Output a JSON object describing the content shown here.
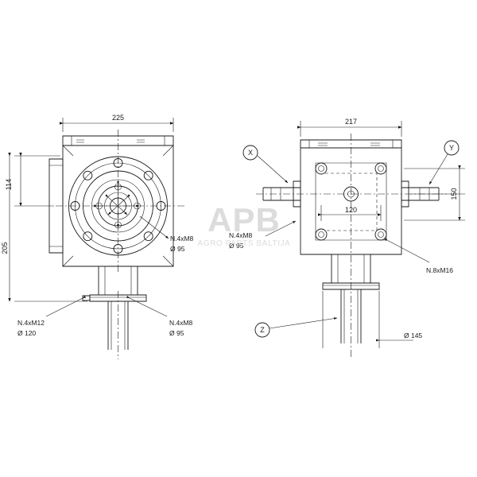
{
  "page": {
    "background": "#ffffff",
    "line_color": "#1a1a1a",
    "watermark": {
      "main": "APB",
      "sub": "AGRO PARTS BALTIJA",
      "color": "#dcdcdc"
    }
  },
  "left_view": {
    "name": "front-view",
    "dimensions": {
      "top_width": "225",
      "left_upper_height": "114",
      "left_total_height": "205"
    },
    "callouts": [
      {
        "id": "left-flange-bolts",
        "line1": "N.4xM8",
        "line2": "Ø 95"
      },
      {
        "id": "left-bottom-flange",
        "line1": "N.4xM12",
        "line2": "Ø 120"
      },
      {
        "id": "left-bottom-shaft",
        "line1": "N.4xM8",
        "line2": "Ø 95"
      }
    ]
  },
  "right_view": {
    "name": "side-view",
    "dimensions": {
      "top_width": "217",
      "inner_width": "120",
      "right_height": "150",
      "bottom_diameter": "Ø 145"
    },
    "balloons": [
      {
        "id": "balloon-x",
        "label": "X"
      },
      {
        "id": "balloon-y",
        "label": "Y"
      },
      {
        "id": "balloon-z",
        "label": "Z"
      }
    ],
    "callouts": [
      {
        "id": "right-input-flange",
        "line1": "N.4xM8",
        "line2": "Ø 95"
      },
      {
        "id": "right-housing-bolts",
        "line1": "N.8xM16",
        "line2": ""
      }
    ]
  }
}
